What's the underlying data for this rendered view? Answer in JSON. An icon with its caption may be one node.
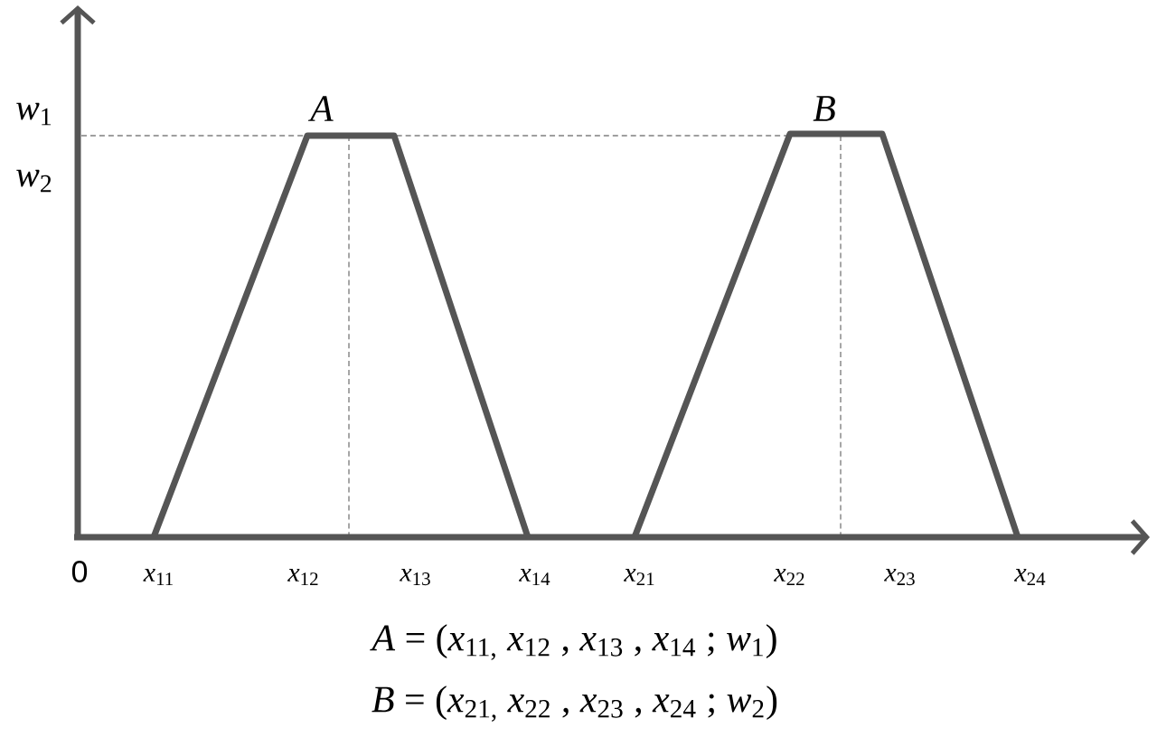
{
  "diagram": {
    "labels": [
      "*w*$_{1}$",
      "*w*$_{2}$",
      "*A*",
      "*B*",
      "0",
      "*x*$_{11}$",
      "*x*$_{12}$",
      "*x*$_{13}$",
      "*x*$_{14}$",
      "*x*$_{21}$",
      "*x*$_{22}$",
      "*x*$_{23}$",
      "*x*$_{24}$",
      "*A* = (*x*$_{11,}$ *x*$_{12}$ , *x*$_{13}$ , *x*$_{14}$ ; *w*$_{1}$)",
      "*B* = (*x*$_{21,}$ *x*$_{22}$ , *x*$_{23}$ , *x*$_{24}$ ; *w*$_{2}$)"
    ]
  }
}
